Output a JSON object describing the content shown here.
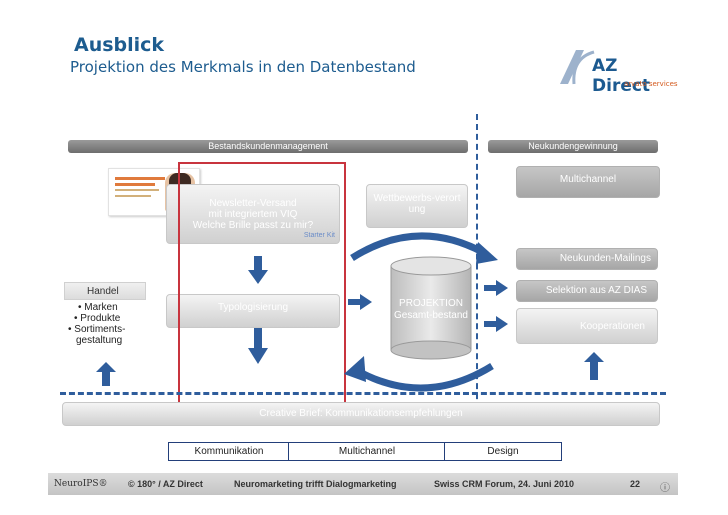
{
  "header": {
    "title": "Ausblick",
    "subtitle": "Projektion des Merkmals in den Datenbestand"
  },
  "logo": {
    "brand": "AZ Direct",
    "tagline": "arvato services"
  },
  "sections": {
    "left": "Bestandskundenmanagement",
    "right": "Neukundengewinnung"
  },
  "main": {
    "newsletter": {
      "line1": "Newsletter-Versand",
      "line2": "mit integriertem VIQ",
      "line3": "Welche Brille passt zu mir?",
      "tag": "Starter Kit"
    },
    "wettbewerbs": {
      "line1": "Wettbewerbs-verort",
      "line2": "ung"
    },
    "typologisierung": "Typologisierung",
    "projektion": {
      "line1": "PROJEKTION",
      "line2": "Gesamt-bestand"
    }
  },
  "left": {
    "handel": {
      "title": "Handel",
      "items": [
        "• Marken",
        "• Produkte",
        "• Sortiments-",
        "gestaltung"
      ]
    }
  },
  "right": {
    "multichannel": "Multichannel",
    "mailings": "Neukunden-Mailings",
    "selektion": "Selektion aus AZ DIAS",
    "kooperationen": "Kooperationen"
  },
  "bottom": {
    "creative_brief": "Creative Brief: Kommunikationsempfehlungen",
    "tabs": [
      "Kommunikation",
      "Multichannel",
      "Design"
    ]
  },
  "footer": {
    "left": "NeuroIPS®",
    "copyright": "© 180° / AZ Direct",
    "event": "Neuromarketing trifft Dialogmarketing",
    "forum": "Swiss CRM Forum,  24. Juni 2010",
    "page": "22",
    "info_icon": "ⓘ"
  }
}
